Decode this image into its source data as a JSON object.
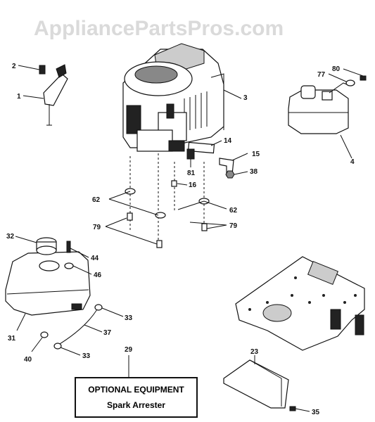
{
  "watermark": "AppliancePartsPros.com",
  "callouts": {
    "c1": "1",
    "c2": "2",
    "c3": "3",
    "c4": "4",
    "c14": "14",
    "c15": "15",
    "c16": "16",
    "c23": "23",
    "c29": "29",
    "c31": "31",
    "c32": "32",
    "c33a": "33",
    "c33b": "33",
    "c35": "35",
    "c37": "37",
    "c38": "38",
    "c40": "40",
    "c44": "44",
    "c46": "46",
    "c62a": "62",
    "c62b": "62",
    "c77": "77",
    "c79a": "79",
    "c79b": "79",
    "c80": "80",
    "c81": "81"
  },
  "optional_equipment": {
    "title": "OPTIONAL EQUIPMENT",
    "subtitle": "Spark Arrester"
  }
}
